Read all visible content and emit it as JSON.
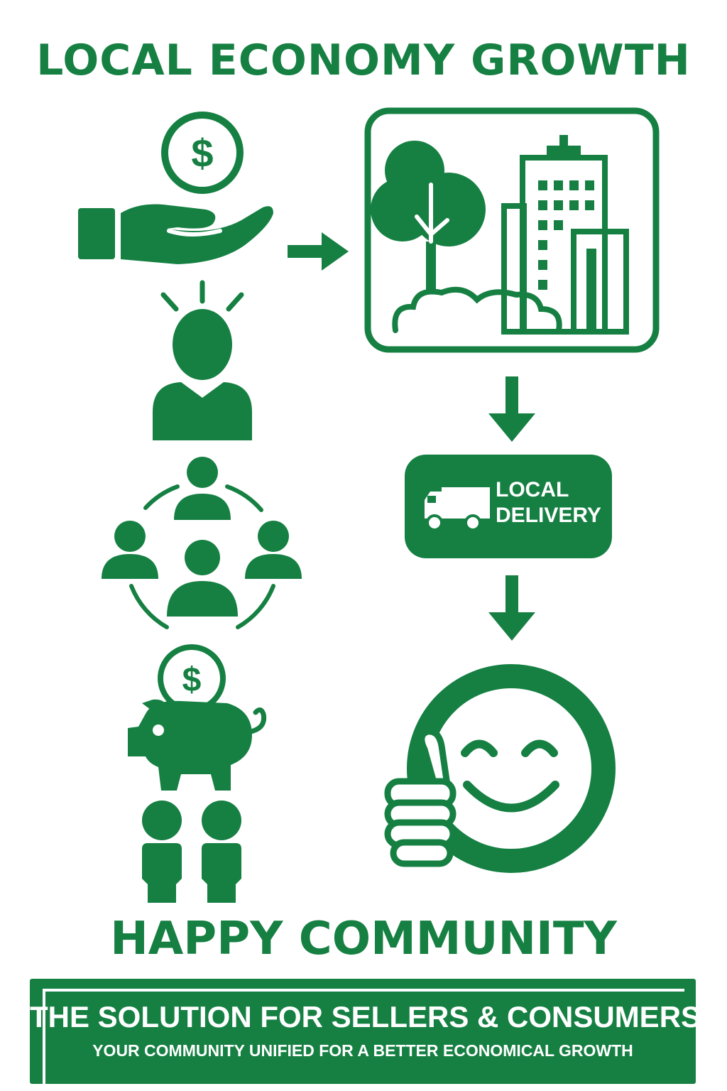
{
  "title": "LOCAL ECONOMY GROWTH",
  "delivery": {
    "line1": "LOCAL",
    "line2": "DELIVERY"
  },
  "footer_title": "HAPPY COMMUNITY",
  "banner": {
    "headline": "THE SOLUTION FOR SELLERS & CONSUMERS",
    "subline": "YOUR COMMUNITY UNIFIED FOR A BETTER ECONOMICAL GROWTH"
  },
  "coin_symbol": "$",
  "colors": {
    "brand_green": "#168043",
    "background": "#ffffff"
  }
}
